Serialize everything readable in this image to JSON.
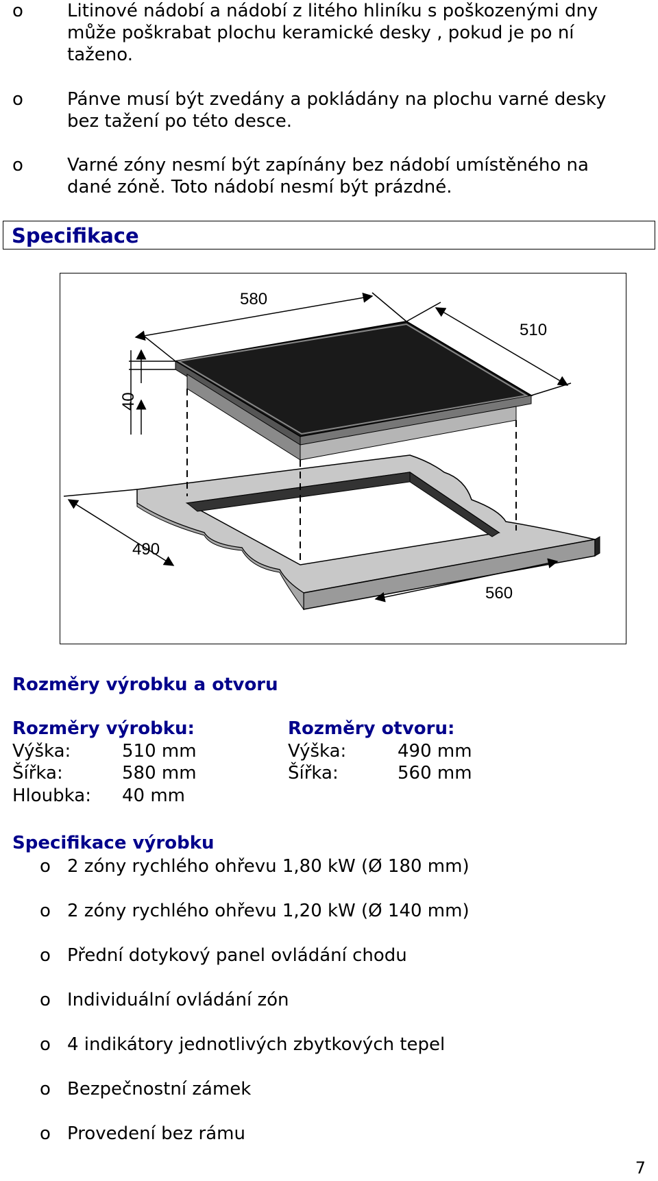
{
  "intro_bullets": [
    {
      "marker": "o",
      "lines": [
        "Litinové nádobí a nádobí z litého hliníku s poškozenými dny",
        "může poškrabat plochu keramické desky , pokud je po ní",
        "taženo."
      ]
    },
    {
      "marker": "o",
      "lines": [
        "Pánve musí být zvedány a pokládány na plochu varné desky",
        "bez tažení po této desce."
      ]
    },
    {
      "marker": "o",
      "lines": [
        "Varné zóny nesmí být zapínány bez nádobí umístěného na",
        "dané zóně. Toto nádobí nesmí být prázdné."
      ]
    }
  ],
  "section_title": "Specifikace",
  "figure": {
    "labels": {
      "top_width": "580",
      "top_depth": "510",
      "height": "40",
      "cut_depth": "490",
      "cut_width": "560"
    }
  },
  "dimensions_heading": "Rozměry výrobku a otvoru",
  "product_dims": {
    "heading": "Rozměry výrobku:",
    "rows": [
      {
        "label": "Výška:",
        "value": "510 mm"
      },
      {
        "label": "Šířka:",
        "value": "580 mm"
      },
      {
        "label": "Hloubka:",
        "value": "40 mm"
      }
    ]
  },
  "cutout_dims": {
    "heading": "Rozměry otvoru:",
    "rows": [
      {
        "label": "Výška:",
        "value": "490 mm"
      },
      {
        "label": "Šířka:",
        "value": "560 mm"
      }
    ]
  },
  "spec_heading": "Specifikace výrobku",
  "spec_items": [
    "2 zóny rychlého ohřevu 1,80 kW (Ø 180 mm)",
    "2 zóny rychlého ohřevu 1,20 kW (Ø 140 mm)",
    "Přední dotykový panel ovládání chodu",
    "Individuální ovládání zón",
    "4 indikátory jednotlivých zbytkových tepel",
    "Bezpečnostní zámek",
    "Provedení bez rámu"
  ],
  "spec_marker": "o",
  "page_number": "7"
}
